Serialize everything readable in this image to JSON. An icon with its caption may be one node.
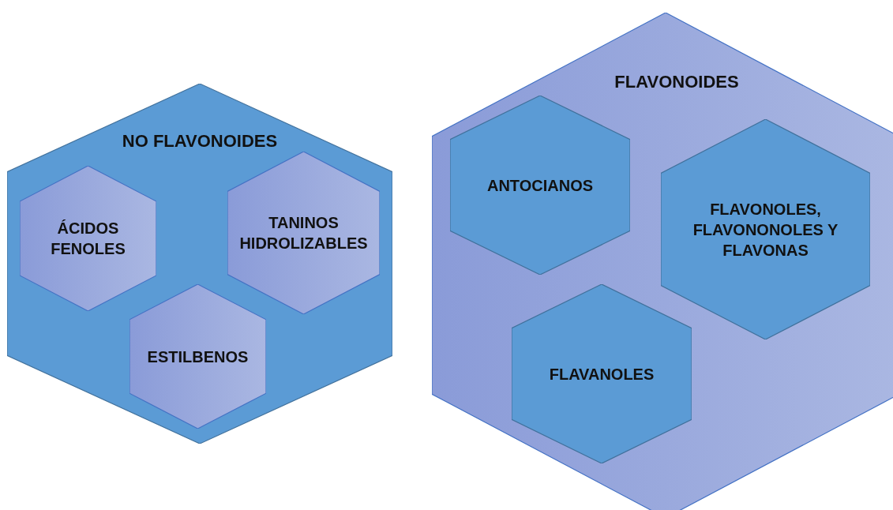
{
  "diagram": {
    "nodes": [
      {
        "text": [
          "NO FLAVONOIDES"
        ]
      },
      {
        "text": [
          "ÁCIDOS FENOLES"
        ],
        "in": 0
      },
      {
        "text": [
          "TANINOS HIDROLIZABLES"
        ],
        "in": 0
      },
      {
        "text": [
          "ESTILBENOS"
        ],
        "in": 0
      },
      {
        "text": [
          "FLAVONOIDES"
        ]
      },
      {
        "text": [
          "ANTOCIANOS"
        ],
        "in": 4
      },
      {
        "text": [
          "FLAVONOLES, FLAVONONOLES Y FLAVONAS"
        ],
        "in": 4
      },
      {
        "text": [
          "FLAVANOLES"
        ],
        "in": 4
      }
    ]
  }
}
